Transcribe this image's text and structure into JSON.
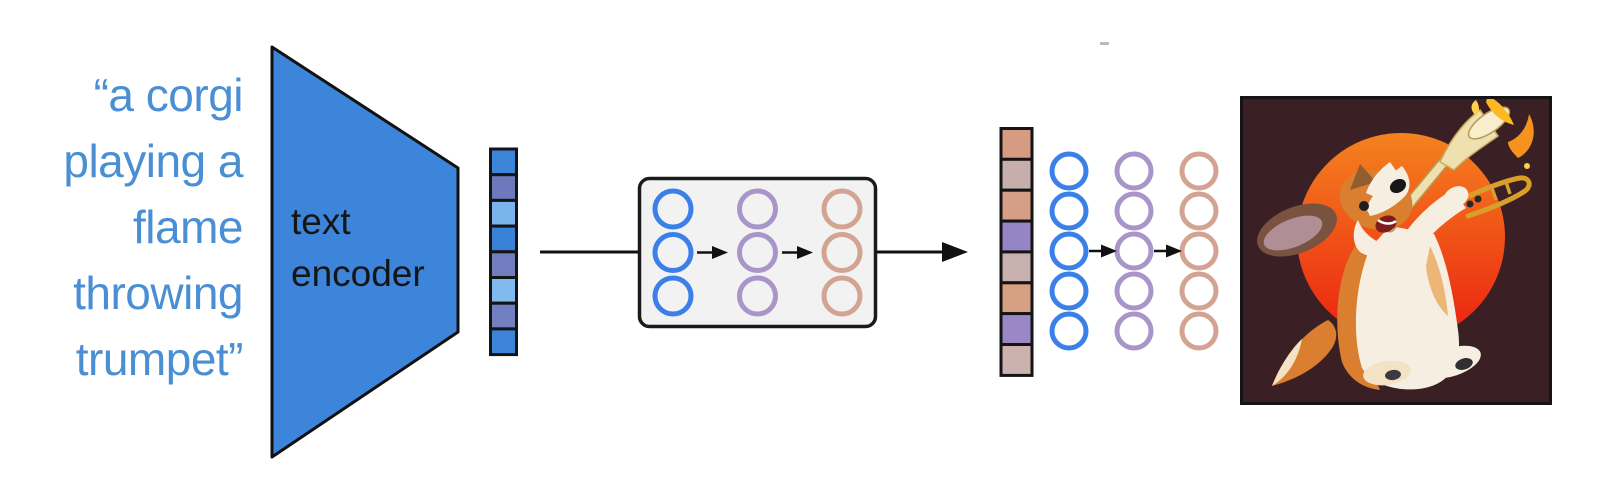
{
  "prompt": {
    "text": "“a corgi\nplaying a\nflame\nthrowing\ntrumpet”",
    "color": "#4a8fd4"
  },
  "encoder": {
    "label": "text\nencoder",
    "fill": "#3d85da",
    "border": "#111111"
  },
  "embeddings": {
    "text": {
      "cells": [
        "#3d85d9",
        "#6d79bd",
        "#79b5ec",
        "#3982d9",
        "#707dbf",
        "#81baee",
        "#7280c2",
        "#3c84da"
      ]
    },
    "image": {
      "cells": [
        "#d59c83",
        "#c6aeab",
        "#d69e86",
        "#9585c5",
        "#c7b0ad",
        "#d8a083",
        "#9b87c6",
        "#cbb2af"
      ]
    }
  },
  "prior_network": {
    "rows": 3,
    "columns": 3,
    "column_colors": [
      "#3b7fe8",
      "#a995c9",
      "#d2a491"
    ],
    "box_fill": "#f2f2f3",
    "box_border": "#1a1a1a"
  },
  "decoder_network": {
    "rows": 5,
    "columns": 3,
    "column_colors": [
      "#3b7fe8",
      "#a995c9",
      "#d2a491"
    ]
  },
  "arrows": {
    "color": "#111111"
  },
  "output_image": {
    "description": "a corgi playing a flame throwing trumpet",
    "colors": {
      "background": "#3a2024",
      "frame": "#141417",
      "sun_top": "#f5821f",
      "sun_bottom": "#eb2110",
      "fur": "#d97f2f",
      "fur_dark": "#915e2f",
      "cream": "#f3e3c4",
      "white": "#f6efe1",
      "ear_outer": "#7a5240",
      "ear_inner": "#b18e96",
      "flame": "#ffb821",
      "flame_deep": "#f6921e",
      "gold": "#d8a02a",
      "trumpet_body": "#efe0b0"
    }
  },
  "stray_mark": {
    "color": "#b9b9bd"
  }
}
